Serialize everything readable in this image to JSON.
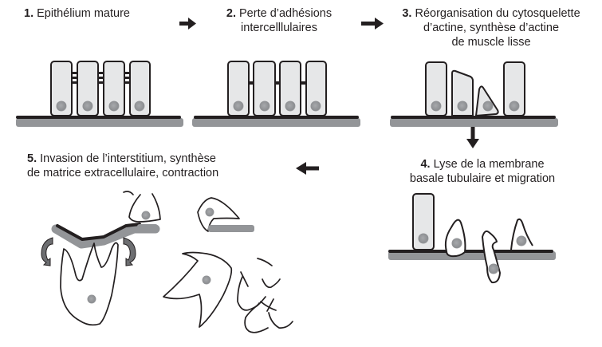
{
  "diagram": {
    "colors": {
      "ink": "#231f20",
      "cell_fill": "#e6e7e8",
      "membrane_gray": "#939598",
      "nucleus": "#939598",
      "nucleus_highlight": "#c7c8ca"
    },
    "steps": [
      {
        "number": "1.",
        "lines": [
          "Epithélium mature"
        ]
      },
      {
        "number": "2.",
        "lines": [
          "Perte d’adhésions",
          "intercelllulaires"
        ]
      },
      {
        "number": "3.",
        "lines": [
          "Réorganisation du cytosquelette",
          "d’actine, synthèse d’actine",
          "de muscle lisse"
        ]
      },
      {
        "number": "4.",
        "lines": [
          "Lyse de la membrane",
          "basale tubulaire et migration"
        ]
      },
      {
        "number": "5.",
        "lines": [
          "Invasion de l’interstitium, synthèse",
          "de matrice extracellulaire, contraction"
        ]
      }
    ],
    "arrows": [
      {
        "from": "1",
        "to": "2",
        "direction": "right"
      },
      {
        "from": "2",
        "to": "3",
        "direction": "right"
      },
      {
        "from": "3",
        "to": "4",
        "direction": "down"
      },
      {
        "from": "4",
        "to": "5",
        "direction": "left"
      }
    ]
  }
}
